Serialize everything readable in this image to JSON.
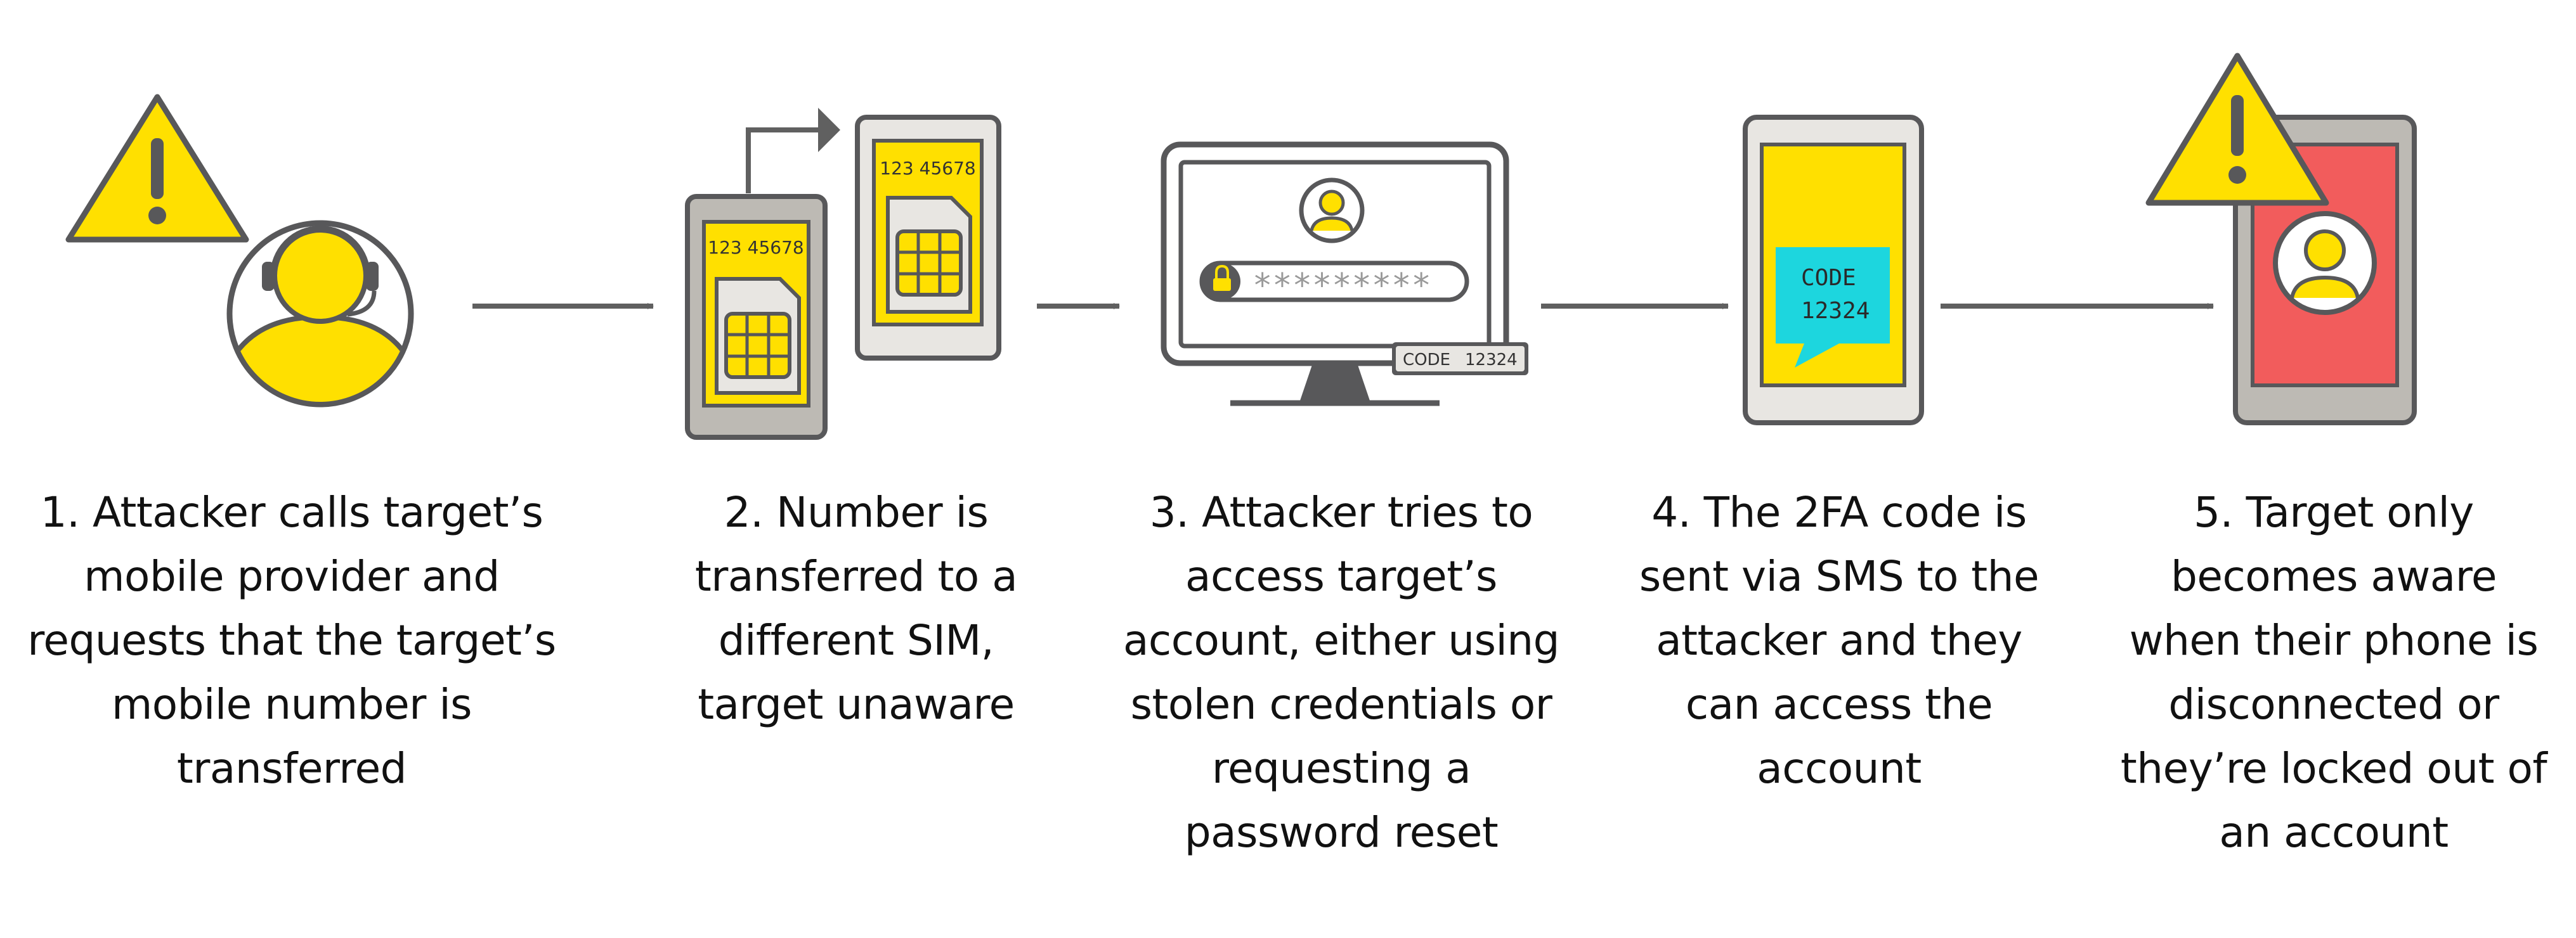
{
  "colors": {
    "yellow": "#FFE000",
    "outline": "#58585A",
    "gray": "#BDBAB4",
    "arrow": "#606060",
    "red": "#F25C5C",
    "cyan": "#1DD6DE",
    "text": "#111111"
  },
  "steps": [
    {
      "lines": [
        "1. Attacker calls target’s",
        "mobile provider and",
        "requests that the target’s",
        "mobile number is",
        "transferred"
      ]
    },
    {
      "lines": [
        "2. Number is",
        "transferred to a",
        "different SIM,",
        "target unaware"
      ]
    },
    {
      "lines": [
        "3. Attacker tries to",
        "access target’s",
        "account, either using",
        "stolen credentials or",
        "requesting a",
        "password reset"
      ]
    },
    {
      "lines": [
        "4. The 2FA code is",
        "sent via SMS to the",
        "attacker and they",
        "can access the",
        "account"
      ]
    },
    {
      "lines": [
        "5. Target only",
        "becomes aware",
        "when their phone is",
        "disconnected or",
        "they’re locked out of",
        "an account"
      ]
    }
  ],
  "sim": {
    "number_left": "123 45678",
    "number_right": "123 45678"
  },
  "login": {
    "password_mask": "*********",
    "code_tag_label": "CODE",
    "code_tag_value": "12324"
  },
  "sms": {
    "label": "CODE",
    "value": "12324"
  },
  "icons": [
    "warning-icon",
    "headset-user-icon",
    "sim-card-icon",
    "lock-icon",
    "user-icon",
    "monitor-icon",
    "phone-icon",
    "speech-bubble-icon"
  ]
}
